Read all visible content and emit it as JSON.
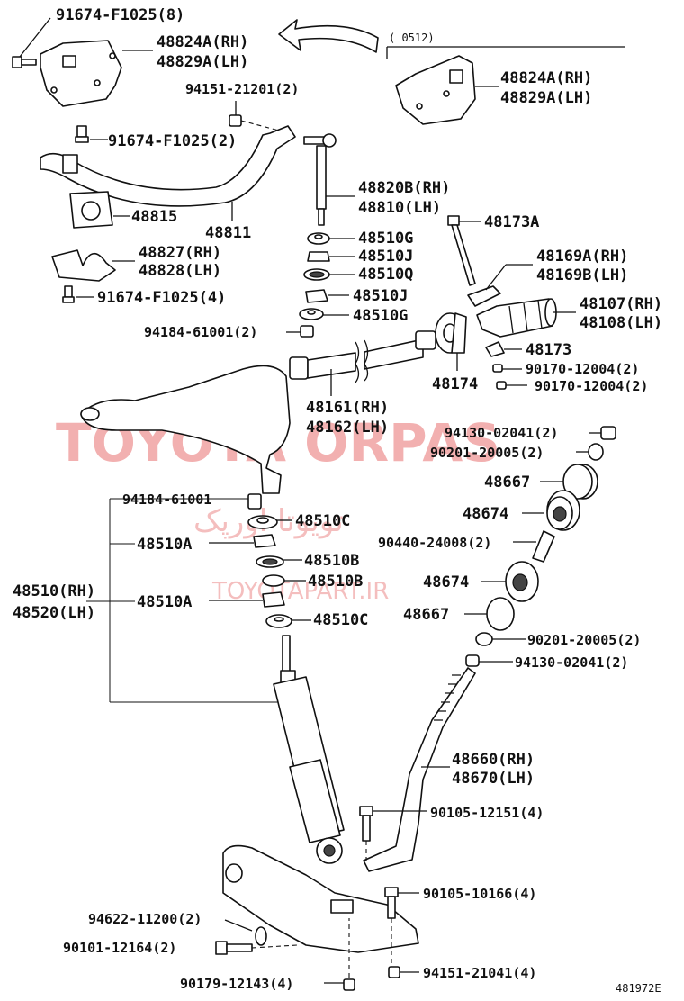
{
  "labels": {
    "p91674_8": "91674-F1025(8)",
    "p48824A_rh_1": "48824A(RH)",
    "p48829A_lh_1": "48829A(LH)",
    "date_note": "(      0512)",
    "p48824A_rh_2": "48824A(RH)",
    "p48829A_lh_2": "48829A(LH)",
    "p94151_21201": "94151-21201(2)",
    "p91674_2": "91674-F1025(2)",
    "p48820B": "48820B(RH)",
    "p48810": "48810(LH)",
    "p48815": "48815",
    "p48811": "48811",
    "p48173A": "48173A",
    "p48510G_1": "48510G",
    "p48827": "48827(RH)",
    "p48828": "48828(LH)",
    "p48510J_1": "48510J",
    "p48169A": "48169A(RH)",
    "p48169B": "48169B(LH)",
    "p48510Q": "48510Q",
    "p91674_4": "91674-F1025(4)",
    "p48510J_2": "48510J",
    "p48107": "48107(RH)",
    "p48108": "48108(LH)",
    "p94184_2": "94184-61001(2)",
    "p48510G_2": "48510G",
    "p48173": "48173",
    "p90170_a": "90170-12004(2)",
    "p48174": "48174",
    "p90170_b": "90170-12004(2)",
    "p48161": "48161(RH)",
    "p48162": "48162(LH)",
    "p94130_top": "94130-02041(2)",
    "p90201_top": "90201-20005(2)",
    "p48667_top": "48667",
    "p94184_1": "94184-61001",
    "p48674_top": "48674",
    "p48510C_1": "48510C",
    "p48510A_1": "48510A",
    "p90440": "90440-24008(2)",
    "p48510B_1": "48510B",
    "p48510": "48510(RH)",
    "p48520": "48520(LH)",
    "p48510B_2": "48510B",
    "p48674_bot": "48674",
    "p48510A_2": "48510A",
    "p48667_bot": "48667",
    "p48510C_2": "48510C",
    "p90201_bot": "90201-20005(2)",
    "p94130_bot": "94130-02041(2)",
    "p48660": "48660(RH)",
    "p48670": "48670(LH)",
    "p90105_12151": "90105-12151(4)",
    "p90105_10166": "90105-10166(4)",
    "p94622": "94622-11200(2)",
    "p90101": "90101-12164(2)",
    "p90179": "90179-12143(4)",
    "p94151_21041": "94151-21041(4)",
    "figure_id": "481972E"
  },
  "watermark": {
    "main": "TOYOTA ORPAS",
    "persian": "تویوتا اورپک",
    "url": "TOYOTAPART.IR",
    "color": "#e87070"
  }
}
